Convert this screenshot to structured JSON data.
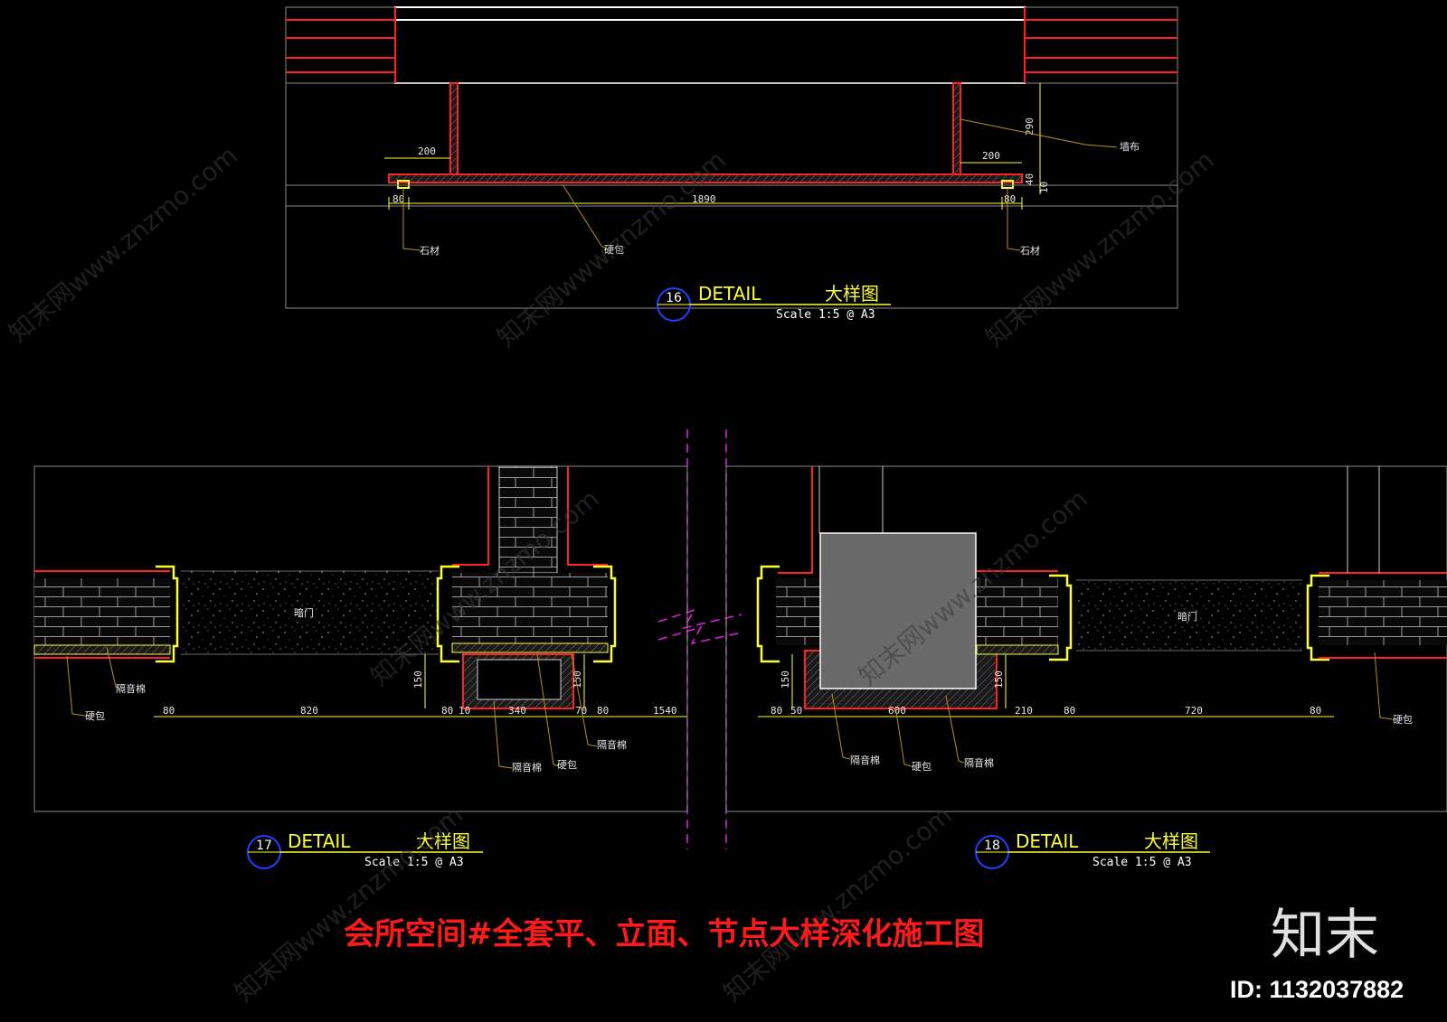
{
  "details": [
    {
      "number": "16",
      "title": "DETAIL",
      "title_cn": "大样图",
      "scale": "Scale 1:5 @ A3",
      "dimensions": [
        "200",
        "200",
        "290",
        "40",
        "10",
        "80",
        "1890",
        "80"
      ],
      "labels": [
        "墙布",
        "石材",
        "硬包",
        "石材"
      ]
    },
    {
      "number": "17",
      "title": "DETAIL",
      "title_cn": "大样图",
      "scale": "Scale 1:5 @ A3",
      "dimensions": [
        "80",
        "820",
        "80",
        "10",
        "340",
        "70",
        "80",
        "1540",
        "150",
        "150"
      ],
      "labels": [
        "暗门",
        "隔音棉",
        "硬包",
        "隔音棉",
        "硬包",
        "隔音棉"
      ]
    },
    {
      "number": "18",
      "title": "DETAIL",
      "title_cn": "大样图",
      "scale": "Scale 1:5 @ A3",
      "dimensions": [
        "80",
        "50",
        "600",
        "210",
        "80",
        "720",
        "80",
        "150",
        "150"
      ],
      "labels": [
        "暗门",
        "隔音棉",
        "硬包",
        "隔音棉",
        "硬包"
      ]
    }
  ],
  "banner": "会所空间#全套平、立面、节点大样深化施工图",
  "logo": "知末",
  "id_text": "ID: 1132037882",
  "watermark": "知末网www.znzmo.com",
  "colors": {
    "background": "#000000",
    "yellow": "#ffff30",
    "red": "#ff2020",
    "magenta": "#e020e0",
    "blue": "#2040ff",
    "gray": "#6a6a6a",
    "frame": "#8a8a8a"
  }
}
